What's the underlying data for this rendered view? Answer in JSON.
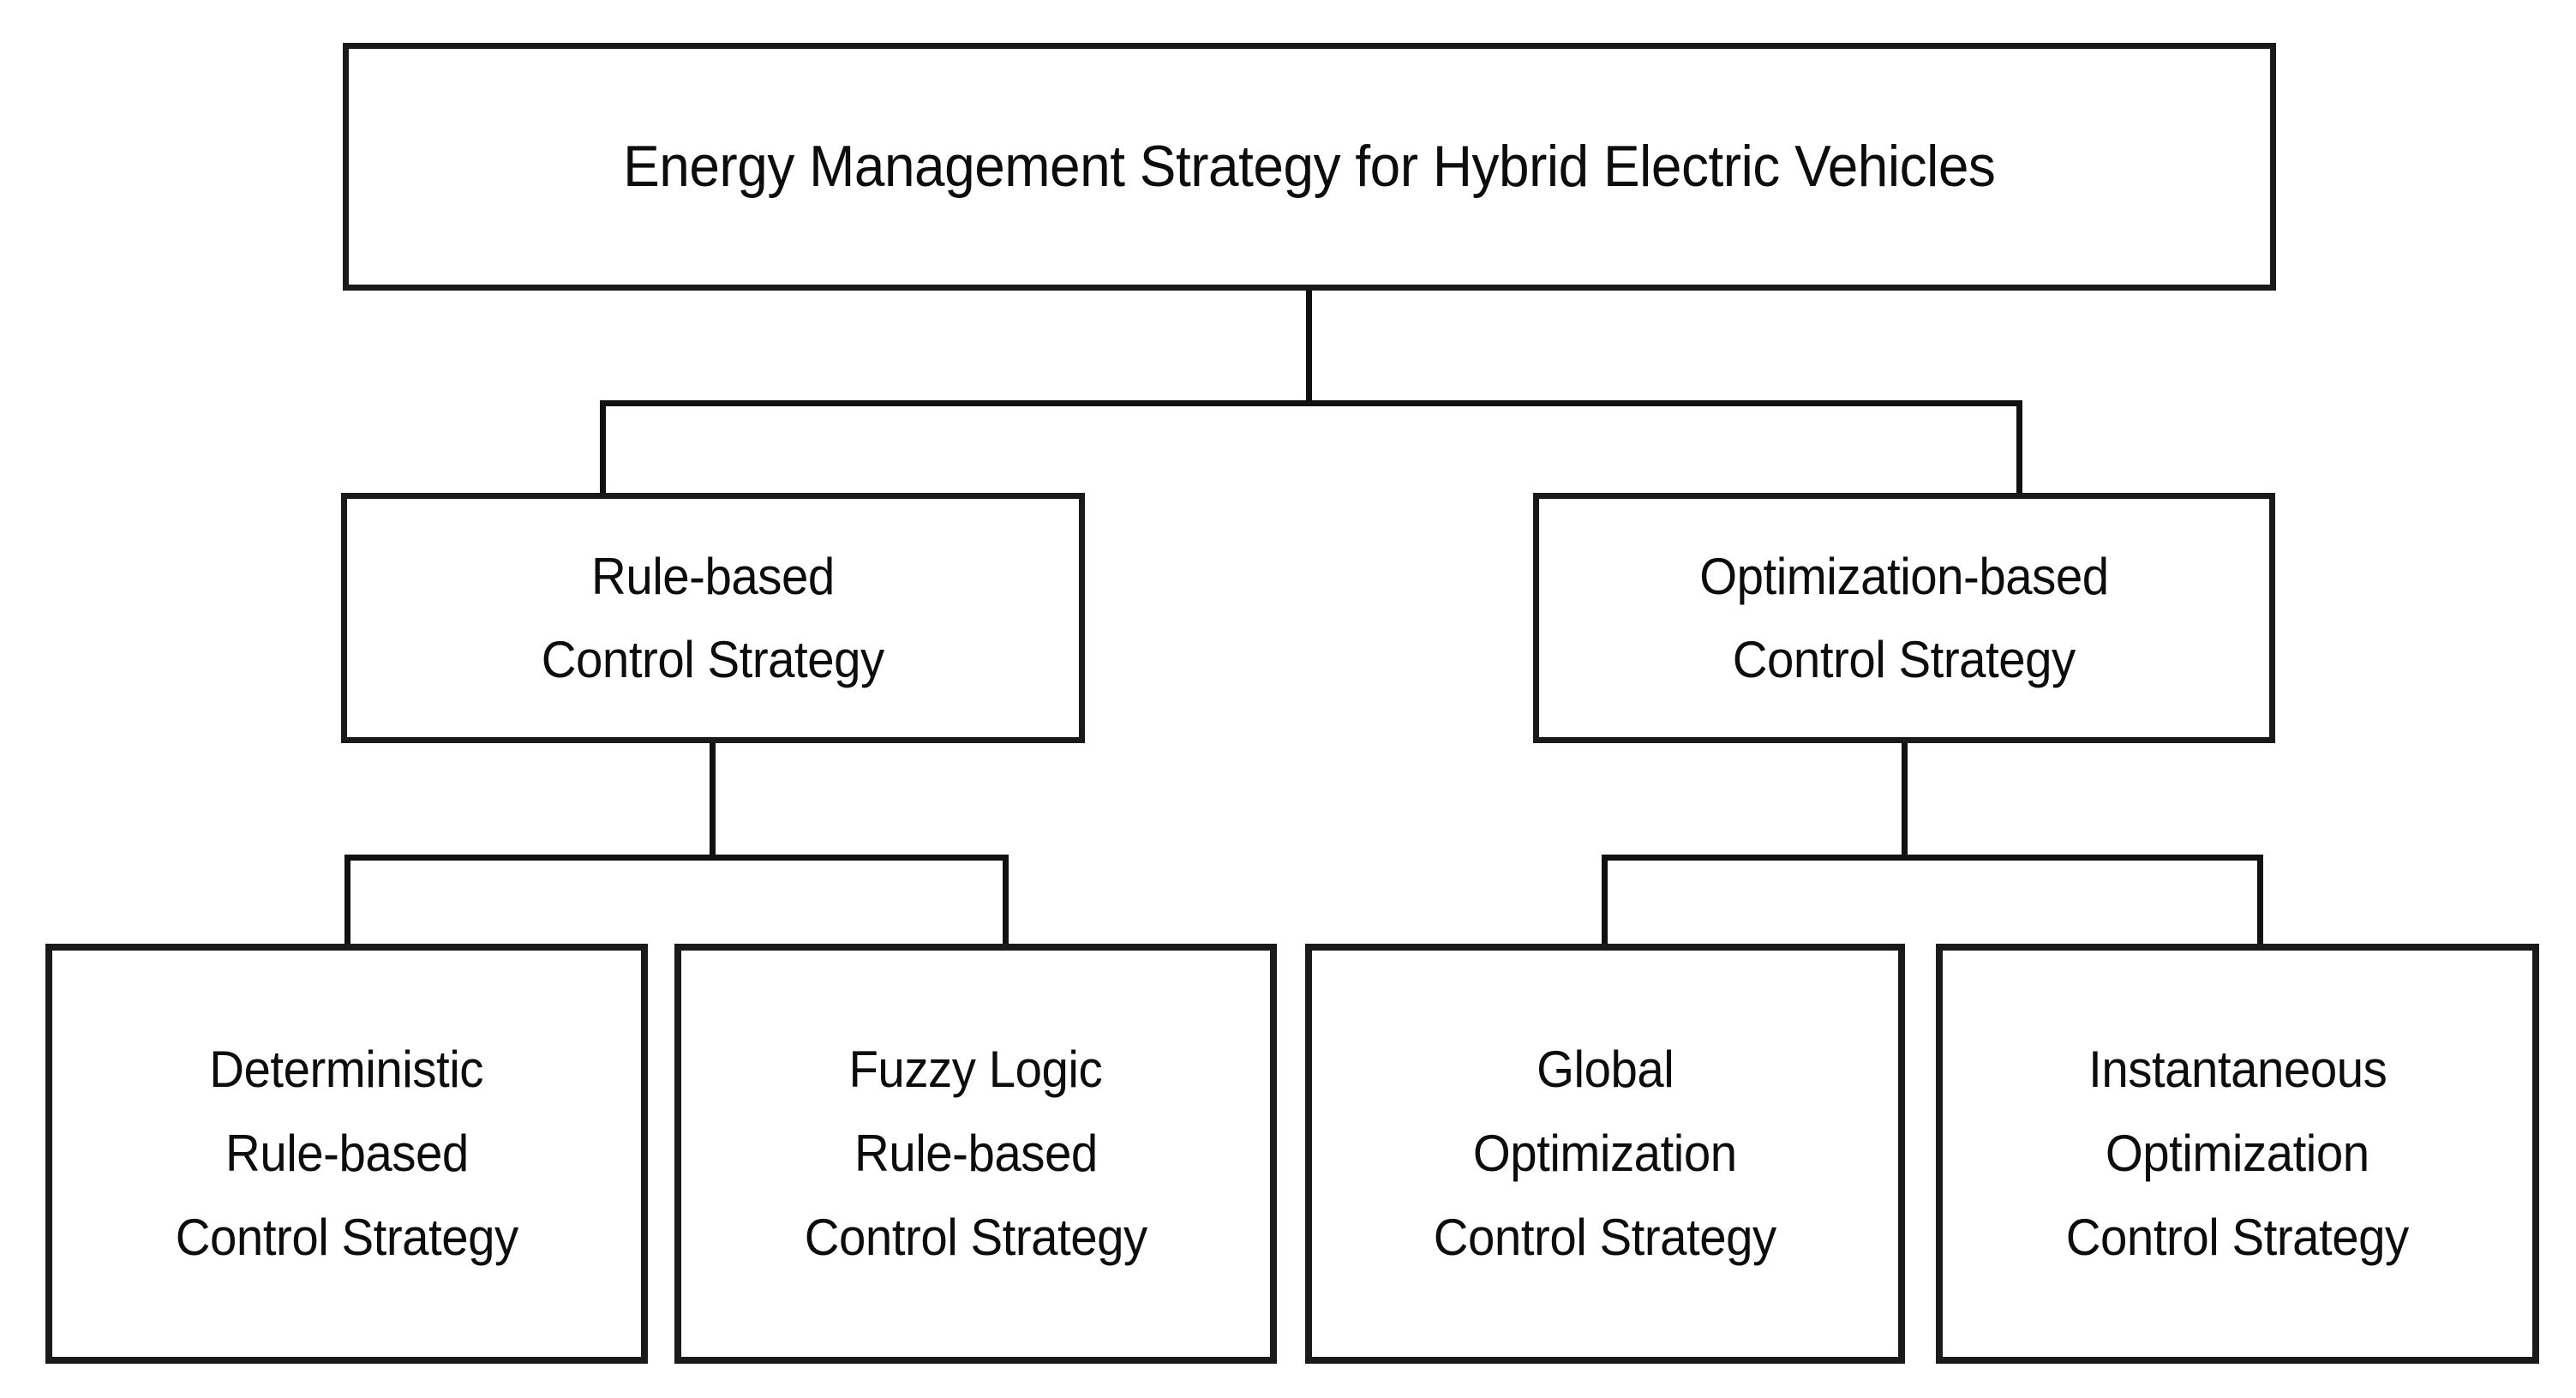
{
  "diagram": {
    "title": "Energy Management Strategy for Hybrid Electric Vehicles",
    "type": "hierarchy-tree",
    "background_color": "#ffffff",
    "border_color": "#1a1a1a",
    "text_color": "#0d0d0d",
    "levels": 3,
    "root": {
      "id": "root",
      "text": "Energy Management Strategy for Hybrid Electric Vehicles",
      "lines": [
        "Energy Management Strategy for Hybrid Electric Vehicles"
      ]
    },
    "level2": [
      {
        "id": "rule-based",
        "lines": [
          "Rule-based",
          "Control Strategy"
        ]
      },
      {
        "id": "optimization-based",
        "lines": [
          "Optimization-based",
          "Control Strategy"
        ]
      }
    ],
    "level3": [
      {
        "id": "deterministic-rule-based",
        "parent": "rule-based",
        "lines": [
          "Deterministic",
          "Rule-based",
          "Control Strategy"
        ]
      },
      {
        "id": "fuzzy-logic-rule-based",
        "parent": "rule-based",
        "lines": [
          "Fuzzy Logic",
          "Rule-based",
          "Control Strategy"
        ]
      },
      {
        "id": "global-optimization",
        "parent": "optimization-based",
        "lines": [
          "Global",
          "Optimization",
          "Control Strategy"
        ]
      },
      {
        "id": "instantaneous-optimization",
        "parent": "optimization-based",
        "lines": [
          "Instantaneous",
          "Optimization",
          "Control Strategy"
        ]
      }
    ]
  }
}
